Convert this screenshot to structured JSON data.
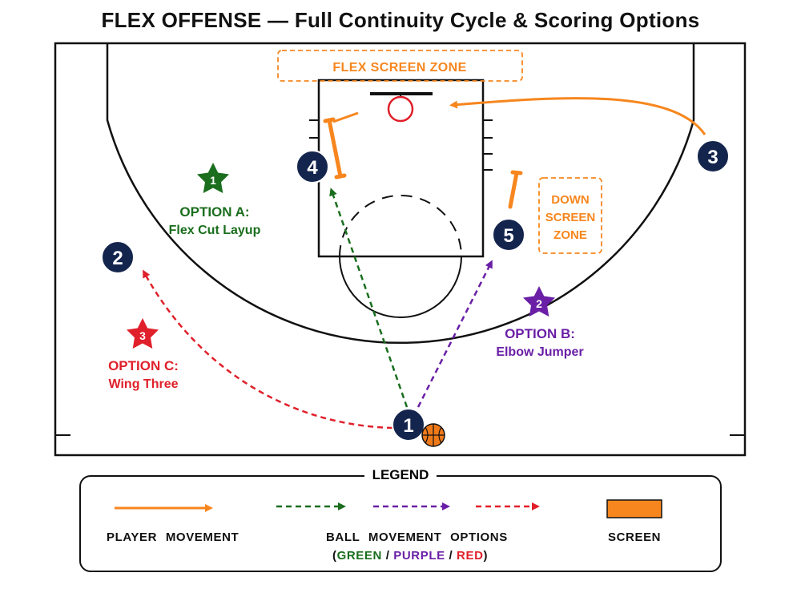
{
  "title": "FLEX OFFENSE — Full Continuity Cycle & Scoring Options",
  "colors": {
    "player_movement": "#f7861e",
    "screen": "#f7861e",
    "option_a": "#1a6e1e",
    "option_b": "#6a1fa6",
    "option_c": "#e0202a",
    "player": "#14254d",
    "ball": "#f07a1a"
  },
  "zones": {
    "flex_screen": "FLEX SCREEN ZONE",
    "down_screen_line1": "DOWN",
    "down_screen_line2": "SCREEN",
    "down_screen_line3": "ZONE"
  },
  "players": [
    {
      "number": "1"
    },
    {
      "number": "2"
    },
    {
      "number": "3"
    },
    {
      "number": "4"
    },
    {
      "number": "5"
    }
  ],
  "options": {
    "a": {
      "star": "1",
      "title": "OPTION A:",
      "desc": "Flex Cut Layup"
    },
    "b": {
      "star": "2",
      "title": "OPTION B:",
      "desc": "Elbow Jumper"
    },
    "c": {
      "star": "3",
      "title": "OPTION C:",
      "desc": "Wing Three"
    }
  },
  "legend": {
    "title": "LEGEND",
    "player_movement": "PLAYER MOVEMENT",
    "ball_movement": "BALL MOVEMENT OPTIONS",
    "open_paren": "(",
    "green": "GREEN",
    "slash1": " / ",
    "purple": "PURPLE",
    "slash2": " / ",
    "red": "RED",
    "close_paren": ")",
    "screen": "SCREEN"
  }
}
